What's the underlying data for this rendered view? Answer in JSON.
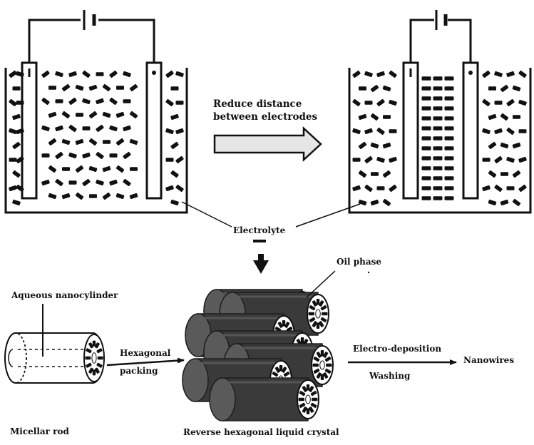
{
  "colors": {
    "ink": "#111111",
    "rod_dark": "#3a3a3a",
    "rod_shadow": "#1e1e1e",
    "rod_face": "#5a5a5a",
    "electrolyte_fill": "#f2f2f2",
    "arrow_fill": "#e6e6e6",
    "background": "#ffffff"
  },
  "labels": {
    "reduce_distance_line1": "Reduce distance",
    "reduce_distance_line2": "between electrodes",
    "electrolyte": "Electrolyte",
    "oil_phase": "Oil phase",
    "aqueous_nanocylinder": "Aqueous nanocylinder",
    "hexagonal": "Hexagonal",
    "packing": "packing",
    "electro_deposition": "Electro-deposition",
    "washing": "Washing",
    "nanowires": "Nanowires",
    "micellar_rod": "Micellar rod",
    "reverse_hexagonal_liquid_crystal": "Reverse hexagonal liquid  crystal"
  },
  "icons": {
    "battery": "battery-symbol-icon",
    "flow_arrow": "block-arrow-icon",
    "down_arrow": "down-arrow-icon"
  }
}
